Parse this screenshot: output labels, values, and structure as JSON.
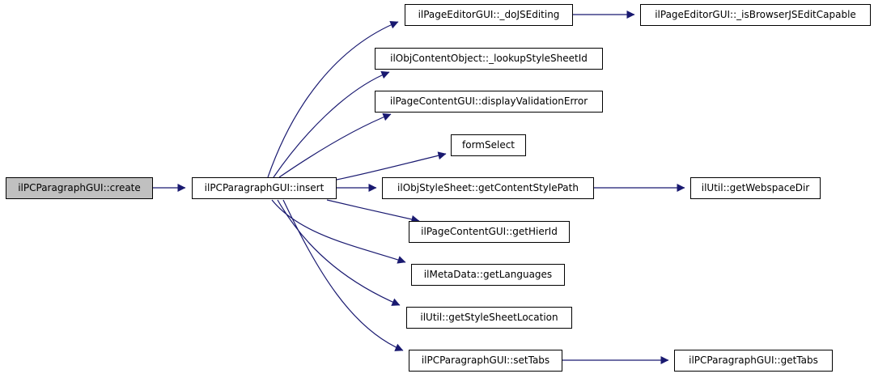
{
  "diagram": {
    "type": "call-graph",
    "background_color": "#ffffff",
    "edge_color": "#191970",
    "node_border_color": "#000000",
    "node_fill_color": "#ffffff",
    "highlight_fill_color": "#c0c0c0",
    "text_color": "#000000",
    "nodes": [
      {
        "id": "create",
        "label": "ilPCParagraphGUI::create",
        "highlighted": true
      },
      {
        "id": "insert",
        "label": "ilPCParagraphGUI::insert",
        "highlighted": false
      },
      {
        "id": "doJSEditing",
        "label": "ilPageEditorGUI::_doJSEditing",
        "highlighted": false
      },
      {
        "id": "isBrowserJSEditCapable",
        "label": "ilPageEditorGUI::_isBrowserJSEditCapable",
        "highlighted": false
      },
      {
        "id": "lookupStyleSheetId",
        "label": "ilObjContentObject::_lookupStyleSheetId",
        "highlighted": false
      },
      {
        "id": "displayValidationError",
        "label": "ilPageContentGUI::displayValidationError",
        "highlighted": false
      },
      {
        "id": "formSelect",
        "label": "formSelect",
        "highlighted": false
      },
      {
        "id": "getContentStylePath",
        "label": "ilObjStyleSheet::getContentStylePath",
        "highlighted": false
      },
      {
        "id": "getWebspaceDir",
        "label": "ilUtil::getWebspaceDir",
        "highlighted": false
      },
      {
        "id": "getHierId",
        "label": "ilPageContentGUI::getHierId",
        "highlighted": false
      },
      {
        "id": "getLanguages",
        "label": "ilMetaData::getLanguages",
        "highlighted": false
      },
      {
        "id": "getStyleSheetLocation",
        "label": "ilUtil::getStyleSheetLocation",
        "highlighted": false
      },
      {
        "id": "setTabs",
        "label": "ilPCParagraphGUI::setTabs",
        "highlighted": false
      },
      {
        "id": "getTabs",
        "label": "ilPCParagraphGUI::getTabs",
        "highlighted": false
      }
    ],
    "edges": [
      {
        "from": "create",
        "to": "insert"
      },
      {
        "from": "insert",
        "to": "doJSEditing"
      },
      {
        "from": "doJSEditing",
        "to": "isBrowserJSEditCapable"
      },
      {
        "from": "insert",
        "to": "lookupStyleSheetId"
      },
      {
        "from": "insert",
        "to": "displayValidationError"
      },
      {
        "from": "insert",
        "to": "formSelect"
      },
      {
        "from": "insert",
        "to": "getContentStylePath"
      },
      {
        "from": "getContentStylePath",
        "to": "getWebspaceDir"
      },
      {
        "from": "insert",
        "to": "getHierId"
      },
      {
        "from": "insert",
        "to": "getLanguages"
      },
      {
        "from": "insert",
        "to": "getStyleSheetLocation"
      },
      {
        "from": "insert",
        "to": "setTabs"
      },
      {
        "from": "setTabs",
        "to": "getTabs"
      }
    ]
  }
}
